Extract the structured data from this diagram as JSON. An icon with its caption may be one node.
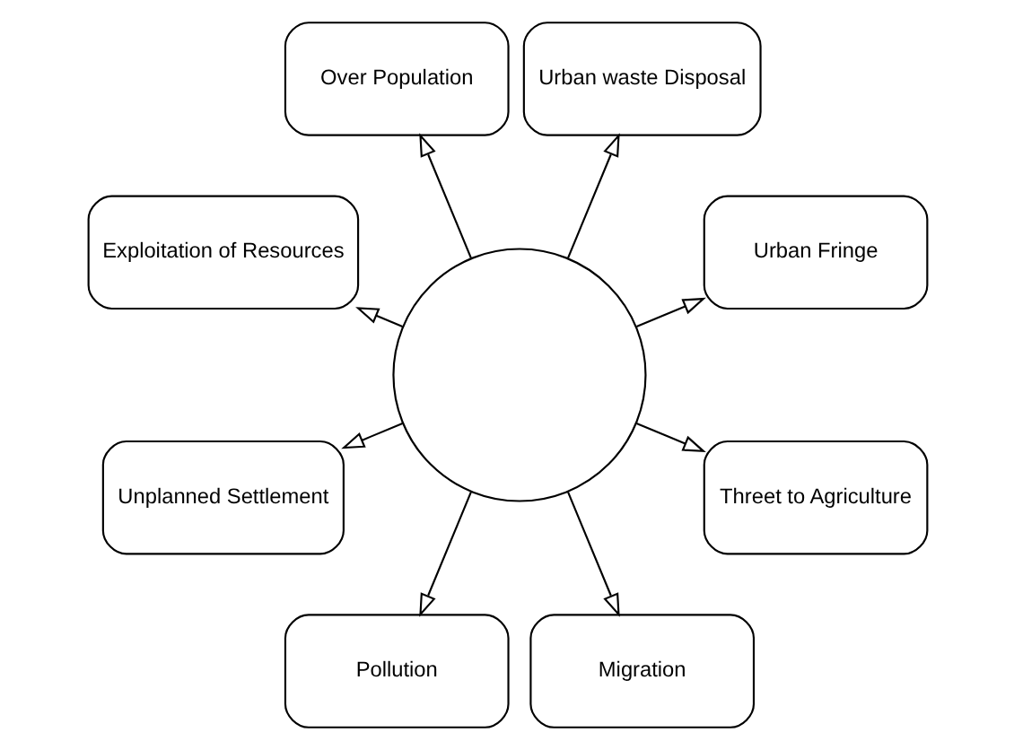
{
  "diagram": {
    "nodes": [
      {
        "text": [
          "Urban Fringe"
        ]
      },
      {
        "text": [
          "Urban waste Disposal"
        ]
      },
      {
        "text": [
          "Over Population"
        ]
      },
      {
        "text": [
          "Exploitation of Resources"
        ]
      },
      {
        "text": [],
        "shape": "circle"
      },
      {
        "text": [
          "Unplanned Settlement"
        ]
      },
      {
        "text": [
          "Pollution"
        ]
      },
      {
        "text": [
          "Migration"
        ]
      },
      {
        "text": [
          "Threet to Agriculture"
        ]
      }
    ],
    "edges": [
      {
        "from": 4,
        "to": 0,
        "arrow": "to"
      },
      {
        "from": 4,
        "to": 1,
        "arrow": "to"
      },
      {
        "from": 4,
        "to": 2,
        "arrow": "to"
      },
      {
        "from": 4,
        "to": 3,
        "arrow": "to"
      },
      {
        "from": 4,
        "to": 5,
        "arrow": "to"
      },
      {
        "from": 4,
        "to": 6,
        "arrow": "to"
      },
      {
        "from": 4,
        "to": 7,
        "arrow": "to"
      },
      {
        "from": 4,
        "to": 8,
        "arrow": "to"
      }
    ]
  }
}
